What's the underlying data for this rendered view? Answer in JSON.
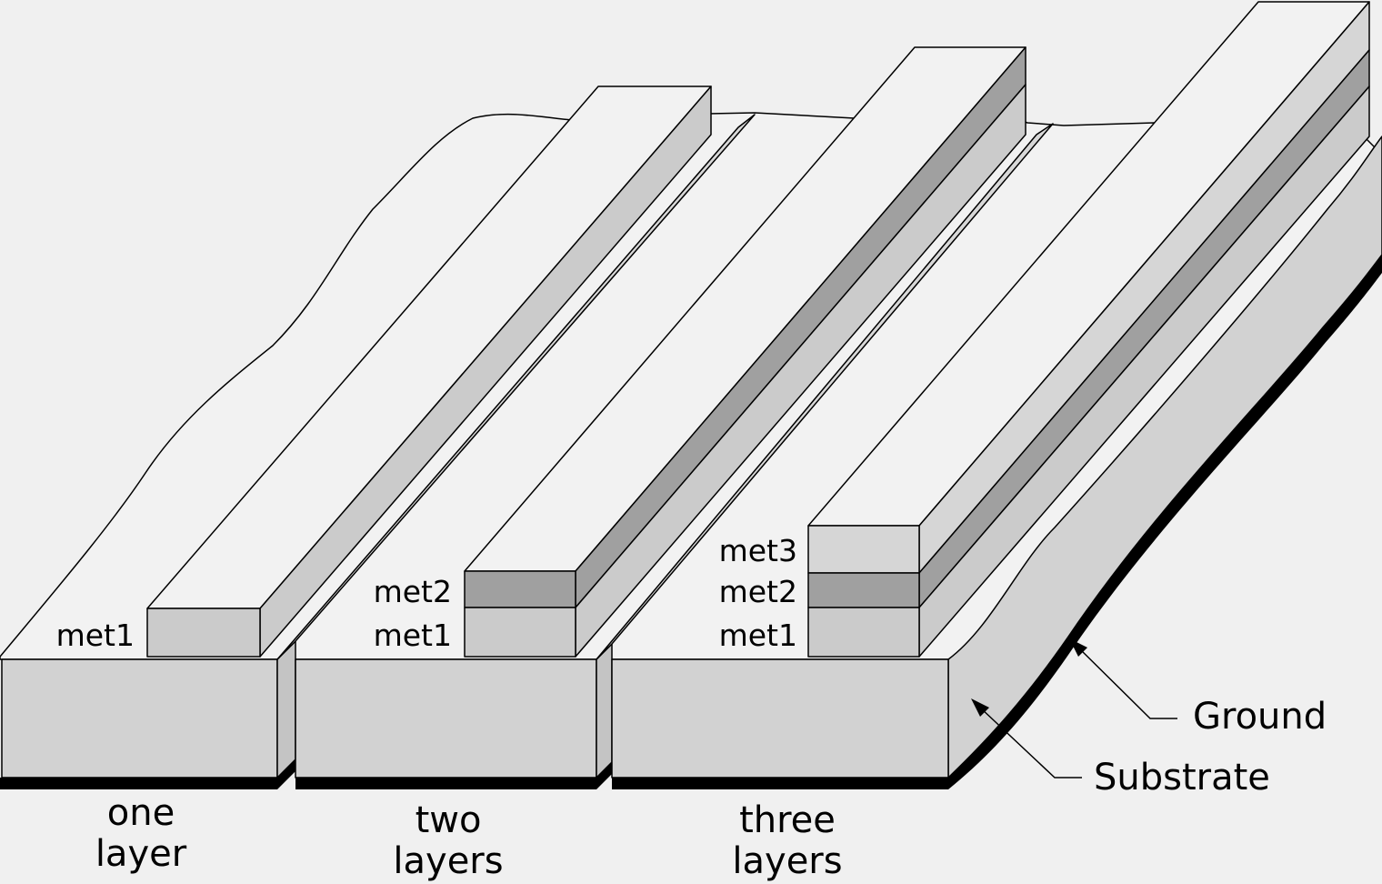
{
  "labels": {
    "one_layer": {
      "metals": [
        "met1"
      ],
      "caption": [
        "one",
        "layer"
      ]
    },
    "two_layers": {
      "metals": [
        "met2",
        "met1"
      ],
      "caption": [
        "two",
        "layers"
      ]
    },
    "three_layers": {
      "metals": [
        "met3",
        "met2",
        "met1"
      ],
      "caption": [
        "three",
        "layers"
      ]
    }
  },
  "legend": {
    "ground": "Ground",
    "substrate": "Substrate"
  },
  "colors": {
    "background": "#f0f0f0",
    "top_face": "#f2f2f2",
    "substrate_face": "#d2d2d2",
    "metal_light": "#cbcbcb",
    "metal_dark": "#a0a0a0",
    "metal3": "#d6d6d6",
    "ground": "#000000"
  }
}
